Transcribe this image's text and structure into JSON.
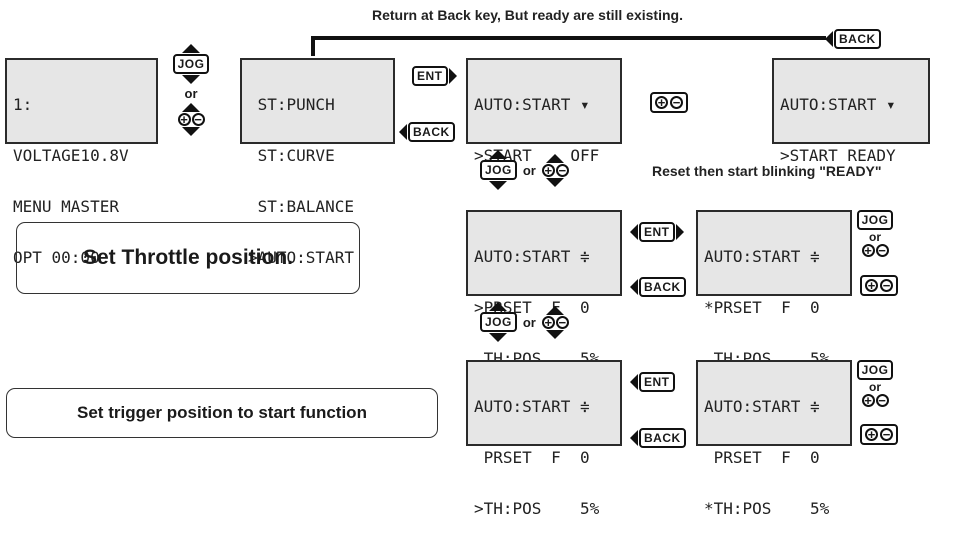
{
  "caption_top": "Return at Back key, But ready are still existing.",
  "caption_reset": "Reset then start blinking \"READY\"",
  "panel_throttle": "Set Throttle position.",
  "panel_trigger": "Set trigger position to start function",
  "keys": {
    "jog": "JOG",
    "or": "or",
    "ent": "ENT",
    "back": "BACK",
    "plus": "+",
    "minus": "−"
  },
  "screens": {
    "home": [
      "1:",
      "VOLTAGE10.8V",
      "MENU MASTER",
      "OPT 00:00"
    ],
    "menu": [
      " ST:PUNCH",
      " ST:CURVE",
      " ST:BALANCE",
      ">AUTO:START"
    ],
    "auto_off": [
      "AUTO:START ▾",
      ">START    OFF",
      "",
      ""
    ],
    "auto_ready": [
      "AUTO:START ▾",
      ">START READY",
      "",
      ""
    ],
    "prset_sel": [
      "AUTO:START ≑",
      ">PRSET  F  0",
      " TH:POS    5%"
    ],
    "prset_edit": [
      "AUTO:START ≑",
      "*PRSET  F  0",
      " TH:POS    5%"
    ],
    "thpos_sel": [
      "AUTO:START ≑",
      " PRSET  F  0",
      ">TH:POS    5%"
    ],
    "thpos_edit": [
      "AUTO:START ≑",
      " PRSET  F  0",
      "*TH:POS    5%"
    ]
  }
}
